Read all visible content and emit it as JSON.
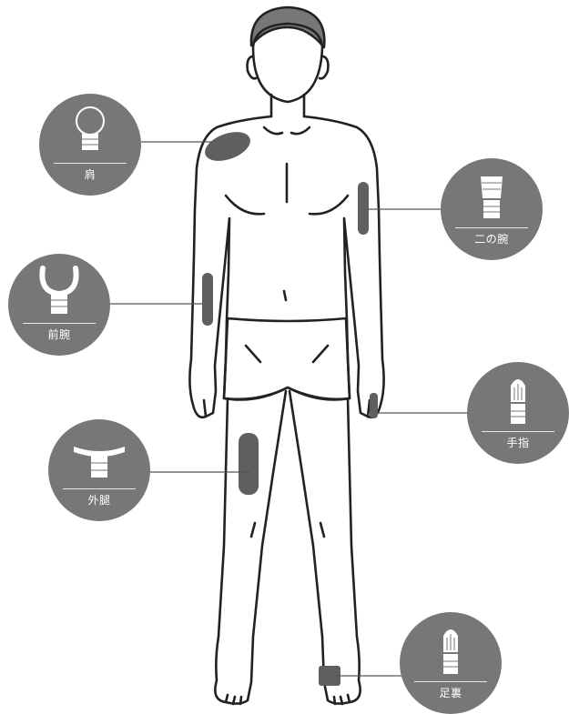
{
  "colors": {
    "background": "#ffffff",
    "badge": "#777777",
    "zone": "#5f5f5f",
    "line": "#222222"
  },
  "zones": [
    {
      "id": "shoulder",
      "label": "肩",
      "icon": "ball-head-icon"
    },
    {
      "id": "upper-arm",
      "label": "二の腕",
      "icon": "flat-head-icon"
    },
    {
      "id": "forearm",
      "label": "前腕",
      "icon": "fork-head-icon"
    },
    {
      "id": "finger",
      "label": "手指",
      "icon": "bullet-head-icon"
    },
    {
      "id": "outer-thigh",
      "label": "外腿",
      "icon": "wide-head-icon"
    },
    {
      "id": "sole",
      "label": "足裏",
      "icon": "bullet-head-icon"
    }
  ]
}
